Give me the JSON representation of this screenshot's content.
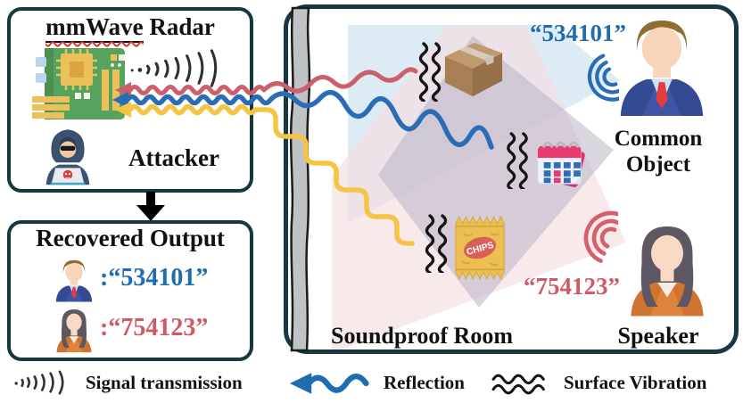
{
  "radar_box": {
    "title_underlined": "mmWave",
    "title_rest": " Radar",
    "attacker_label": "Attacker"
  },
  "output_box": {
    "title": "Recovered Output",
    "rows": [
      {
        "person": "male-speaker",
        "value": ":“534101”"
      },
      {
        "person": "female-speaker",
        "value": ":“754123”"
      }
    ]
  },
  "room": {
    "label": "Soundproof Room",
    "common_object_label": "Common Object",
    "speaker_label": "Speaker",
    "male_quote": "“534101”",
    "female_quote": "“754123”",
    "chips_label": "CHIPS",
    "objects": [
      "cardboard-box",
      "calendar",
      "chips-bag"
    ]
  },
  "legend": {
    "items": [
      {
        "icon": "signal-transmission-icon",
        "label": "Signal transmission"
      },
      {
        "icon": "reflection-icon",
        "label": "Reflection"
      },
      {
        "icon": "surface-vibration-icon",
        "label": "Surface Vibration"
      }
    ]
  },
  "colors": {
    "panel_border": "#173843",
    "accent_blue": "#1f6cb0",
    "accent_red": "#cf5a66",
    "accent_yellow": "#f6c445",
    "wall_gray": "#bfc3c5"
  }
}
